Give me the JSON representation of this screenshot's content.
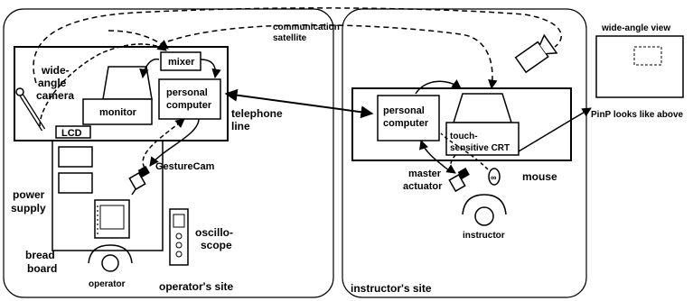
{
  "operator_site": {
    "title": "operator's site",
    "camera_label_1": "wide-",
    "camera_label_2": "angle",
    "camera_label_3": "camera",
    "lcd": "LCD",
    "monitor": "monitor",
    "mixer": "mixer",
    "computer_1": "personal",
    "computer_2": "computer",
    "gesturecam": "GestureCam",
    "power_supply_1": "power",
    "power_supply_2": "supply",
    "breadboard_1": "bread",
    "breadboard_2": "board",
    "oscilloscope_1": "oscillo-",
    "oscilloscope_2": "scope",
    "operator": "operator"
  },
  "links": {
    "satellite_1": "communication",
    "satellite_2": "satellite",
    "telephone_1": "telephone",
    "telephone_2": "line"
  },
  "instructor_site": {
    "title": "instructor's site",
    "computer_1": "personal",
    "computer_2": "computer",
    "crt_1": "touch-",
    "crt_2": "sensitive CRT",
    "master_1": "master",
    "master_2": "actuator",
    "mouse": "mouse",
    "instructor": "instructor"
  },
  "inset": {
    "title": "wide-angle view",
    "caption": "PinP looks like above"
  }
}
